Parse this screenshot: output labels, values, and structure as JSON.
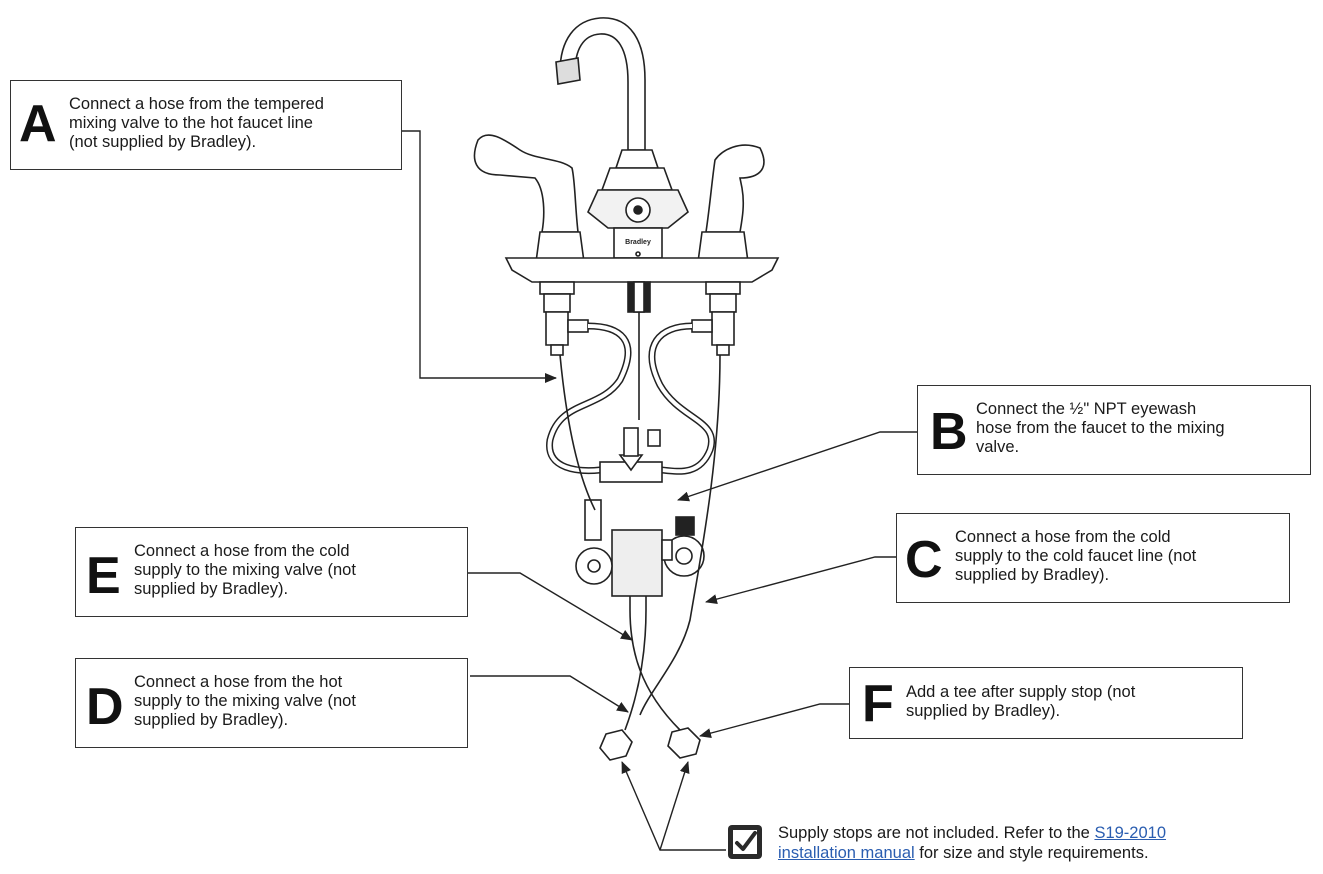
{
  "callouts": {
    "a": {
      "letter": "A",
      "text": "Connect a hose from the tempered\nmixing valve to the hot faucet line\n(not supplied by Bradley)."
    },
    "b": {
      "letter": "B",
      "text": "Connect the ½\" NPT eyewash\nhose from the faucet to the mixing\nvalve."
    },
    "c": {
      "letter": "C",
      "text": "Connect a hose from the cold\nsupply to the cold faucet line (not\nsupplied by Bradley)."
    },
    "d": {
      "letter": "D",
      "text": "Connect a hose from the hot\nsupply to the mixing valve (not\nsupplied by Bradley)."
    },
    "e": {
      "letter": "E",
      "text": "Connect a hose from the cold\nsupply to the mixing valve (not\nsupplied by Bradley)."
    },
    "f": {
      "letter": "F",
      "text": "Add a tee after supply stop (not\nsupplied by Bradley)."
    }
  },
  "note": {
    "text_before": "Supply stops are not included. Refer to the ",
    "link1": "S19-2010",
    "link2": "installation manual",
    "text_after": " for size and style requirements."
  },
  "faucet_label": "Bradley",
  "colors": {
    "line": "#222222",
    "link": "#2a5db0"
  },
  "icons": {
    "note": "checkmark-icon"
  }
}
